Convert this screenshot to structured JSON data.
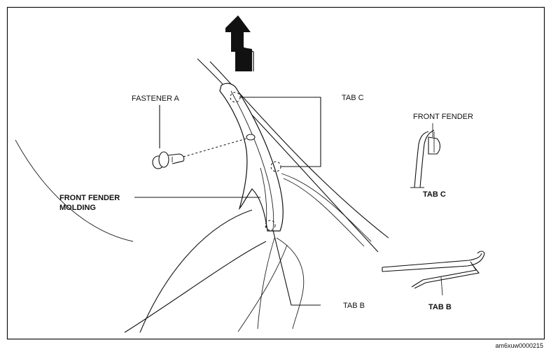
{
  "labels": {
    "fastener_a": "FASTENER A",
    "tab_c": "TAB C",
    "front_fender": "FRONT FENDER",
    "tab_c_detail": "TAB C",
    "molding_line1": "FRONT FENDER",
    "molding_line2": "MOLDING",
    "tab_b": "TAB B",
    "tab_b_detail": "TAB B"
  },
  "reference_code": "am6xuw0000215"
}
